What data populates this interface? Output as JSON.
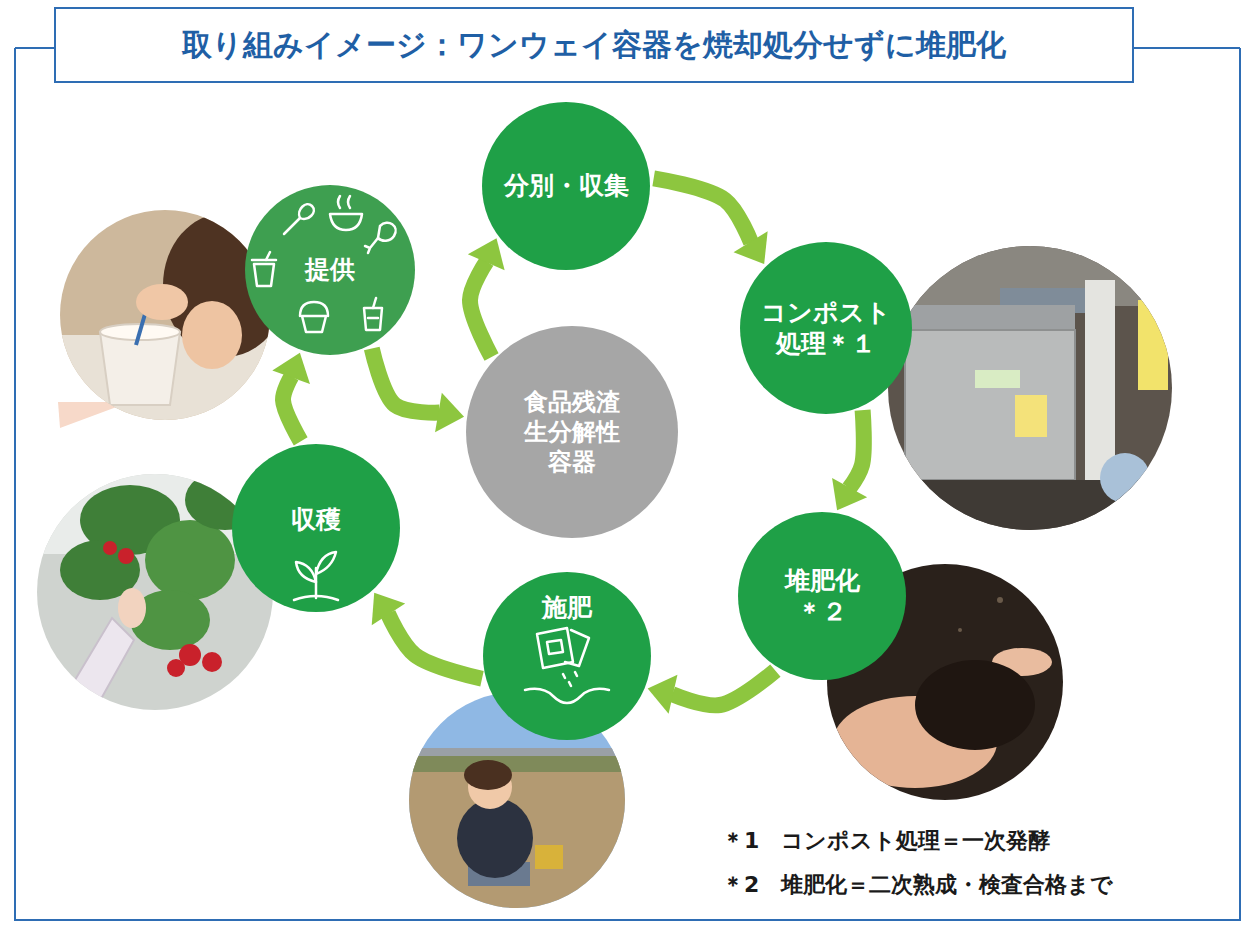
{
  "diagram": {
    "title": "取り組みイメージ：ワンウェイ容器を焼却処分せずに堆肥化",
    "nodes": [
      {
        "text": [
          "提供"
        ]
      },
      {
        "text": [
          "分別・収集"
        ]
      },
      {
        "text": [
          "コンポスト 処理＊１"
        ]
      },
      {
        "text": [
          "堆肥化 ＊２"
        ]
      },
      {
        "text": [
          "施肥"
        ]
      },
      {
        "text": [
          "収穫"
        ]
      },
      {
        "text": [
          "食品残渣 生分解性 容器"
        ]
      }
    ],
    "edges": [
      {
        "from": 6,
        "to": 1,
        "arrow": "to"
      },
      {
        "from": 1,
        "to": 2,
        "arrow": "to"
      },
      {
        "from": 2,
        "to": 3,
        "arrow": "to"
      },
      {
        "from": 3,
        "to": 4,
        "arrow": "to"
      },
      {
        "from": 4,
        "to": 5,
        "arrow": "to"
      },
      {
        "from": 5,
        "to": 0,
        "arrow": "to"
      },
      {
        "from": 0,
        "to": 6,
        "arrow": "to"
      }
    ],
    "labels": [
      "＊1　コンポスト処理＝一次発酵",
      "＊2　堆肥化＝二次熟成・検査合格まで"
    ]
  }
}
